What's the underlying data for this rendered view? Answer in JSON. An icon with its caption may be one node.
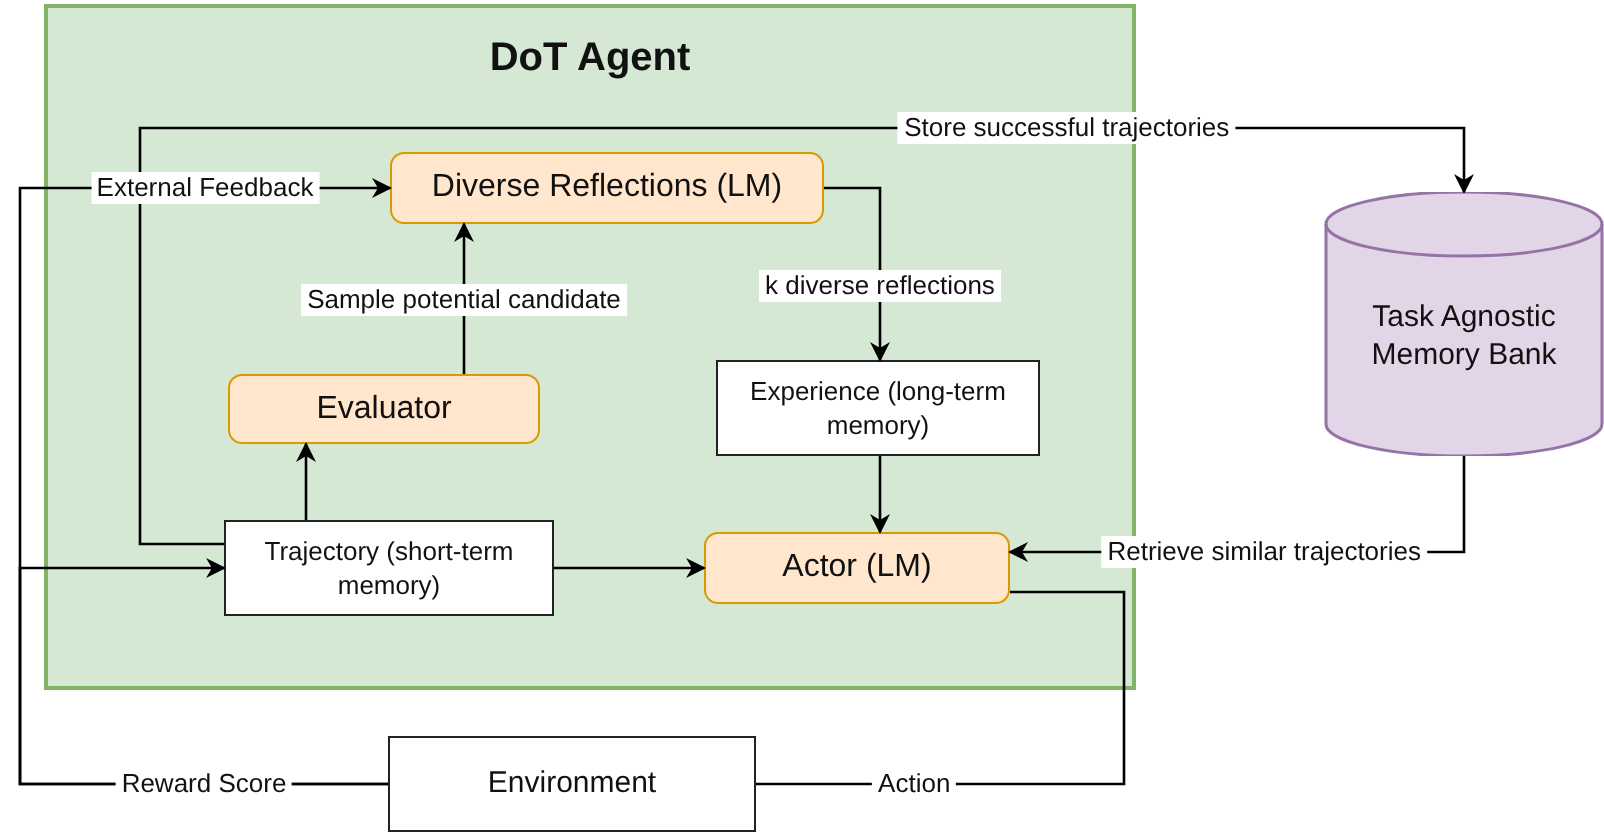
{
  "diagram": {
    "nodes": [
      {
        "text": [
          "DoT Agent"
        ]
      },
      {
        "text": [
          "Diverse Reflections (LM)"
        ],
        "in": 0
      },
      {
        "text": [
          "Evaluator"
        ],
        "in": 0
      },
      {
        "text": [
          "Experience (long-term memory)"
        ],
        "in": 0
      },
      {
        "text": [
          "Trajectory (short-term memory)"
        ],
        "in": 0
      },
      {
        "text": [
          "Actor (LM)"
        ],
        "in": 0
      },
      {
        "text": [
          "Task Agnostic Memory Bank"
        ]
      },
      {
        "text": [
          "Environment"
        ]
      }
    ],
    "edges": [
      {
        "from": 7,
        "to": 4,
        "arrow": "to",
        "label": "Reward Score"
      },
      {
        "from": 7,
        "to": 1,
        "arrow": "to",
        "label": "External Feedback"
      },
      {
        "from": 4,
        "to": 2,
        "arrow": "to"
      },
      {
        "from": 2,
        "to": 1,
        "arrow": "to",
        "label": "Sample potential candidate"
      },
      {
        "from": 1,
        "to": 3,
        "arrow": "to",
        "label": "k diverse reflections"
      },
      {
        "from": 3,
        "to": 5,
        "arrow": "to"
      },
      {
        "from": 4,
        "to": 5,
        "arrow": "to"
      },
      {
        "from": 4,
        "to": 6,
        "arrow": "to",
        "label": "Store successful trajectories"
      },
      {
        "from": 6,
        "to": 5,
        "arrow": "to",
        "label": "Retrieve similar trajectories"
      },
      {
        "from": 5,
        "to": 7,
        "arrow": "none",
        "label": "Action"
      }
    ]
  }
}
